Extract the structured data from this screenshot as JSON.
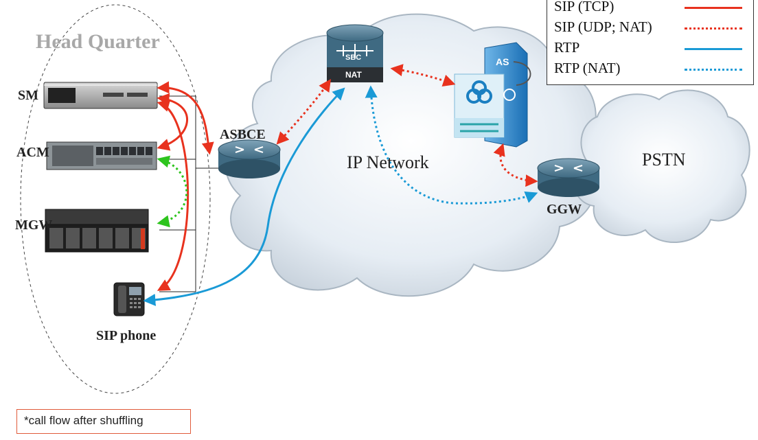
{
  "zones": {
    "head_quarter": "Head Quarter",
    "ip_network": "IP Network",
    "pstn": "PSTN"
  },
  "devices": {
    "sm": "SM",
    "acm": "ACM",
    "mgw": "MGW",
    "sip_phone": "SIP phone",
    "asbce": "ASBCE",
    "ggw": "GGW",
    "sbc_label": "SBC",
    "nat_label": "NAT",
    "as_label": "AS"
  },
  "legend": {
    "items": [
      {
        "label": "SIP (TCP)",
        "color": "#e8321e",
        "style": "solid"
      },
      {
        "label": "SIP (UDP; NAT)",
        "color": "#e8321e",
        "style": "dotted"
      },
      {
        "label": "RTP",
        "color": "#1a9ad6",
        "style": "solid"
      },
      {
        "label": "RTP (NAT)",
        "color": "#1a9ad6",
        "style": "dotted"
      }
    ]
  },
  "note": "*call flow after shuffling",
  "colors": {
    "sip": "#e8321e",
    "rtp": "#1a9ad6",
    "media_local": "#2ec41e",
    "cloud": "#dfe7ef"
  }
}
